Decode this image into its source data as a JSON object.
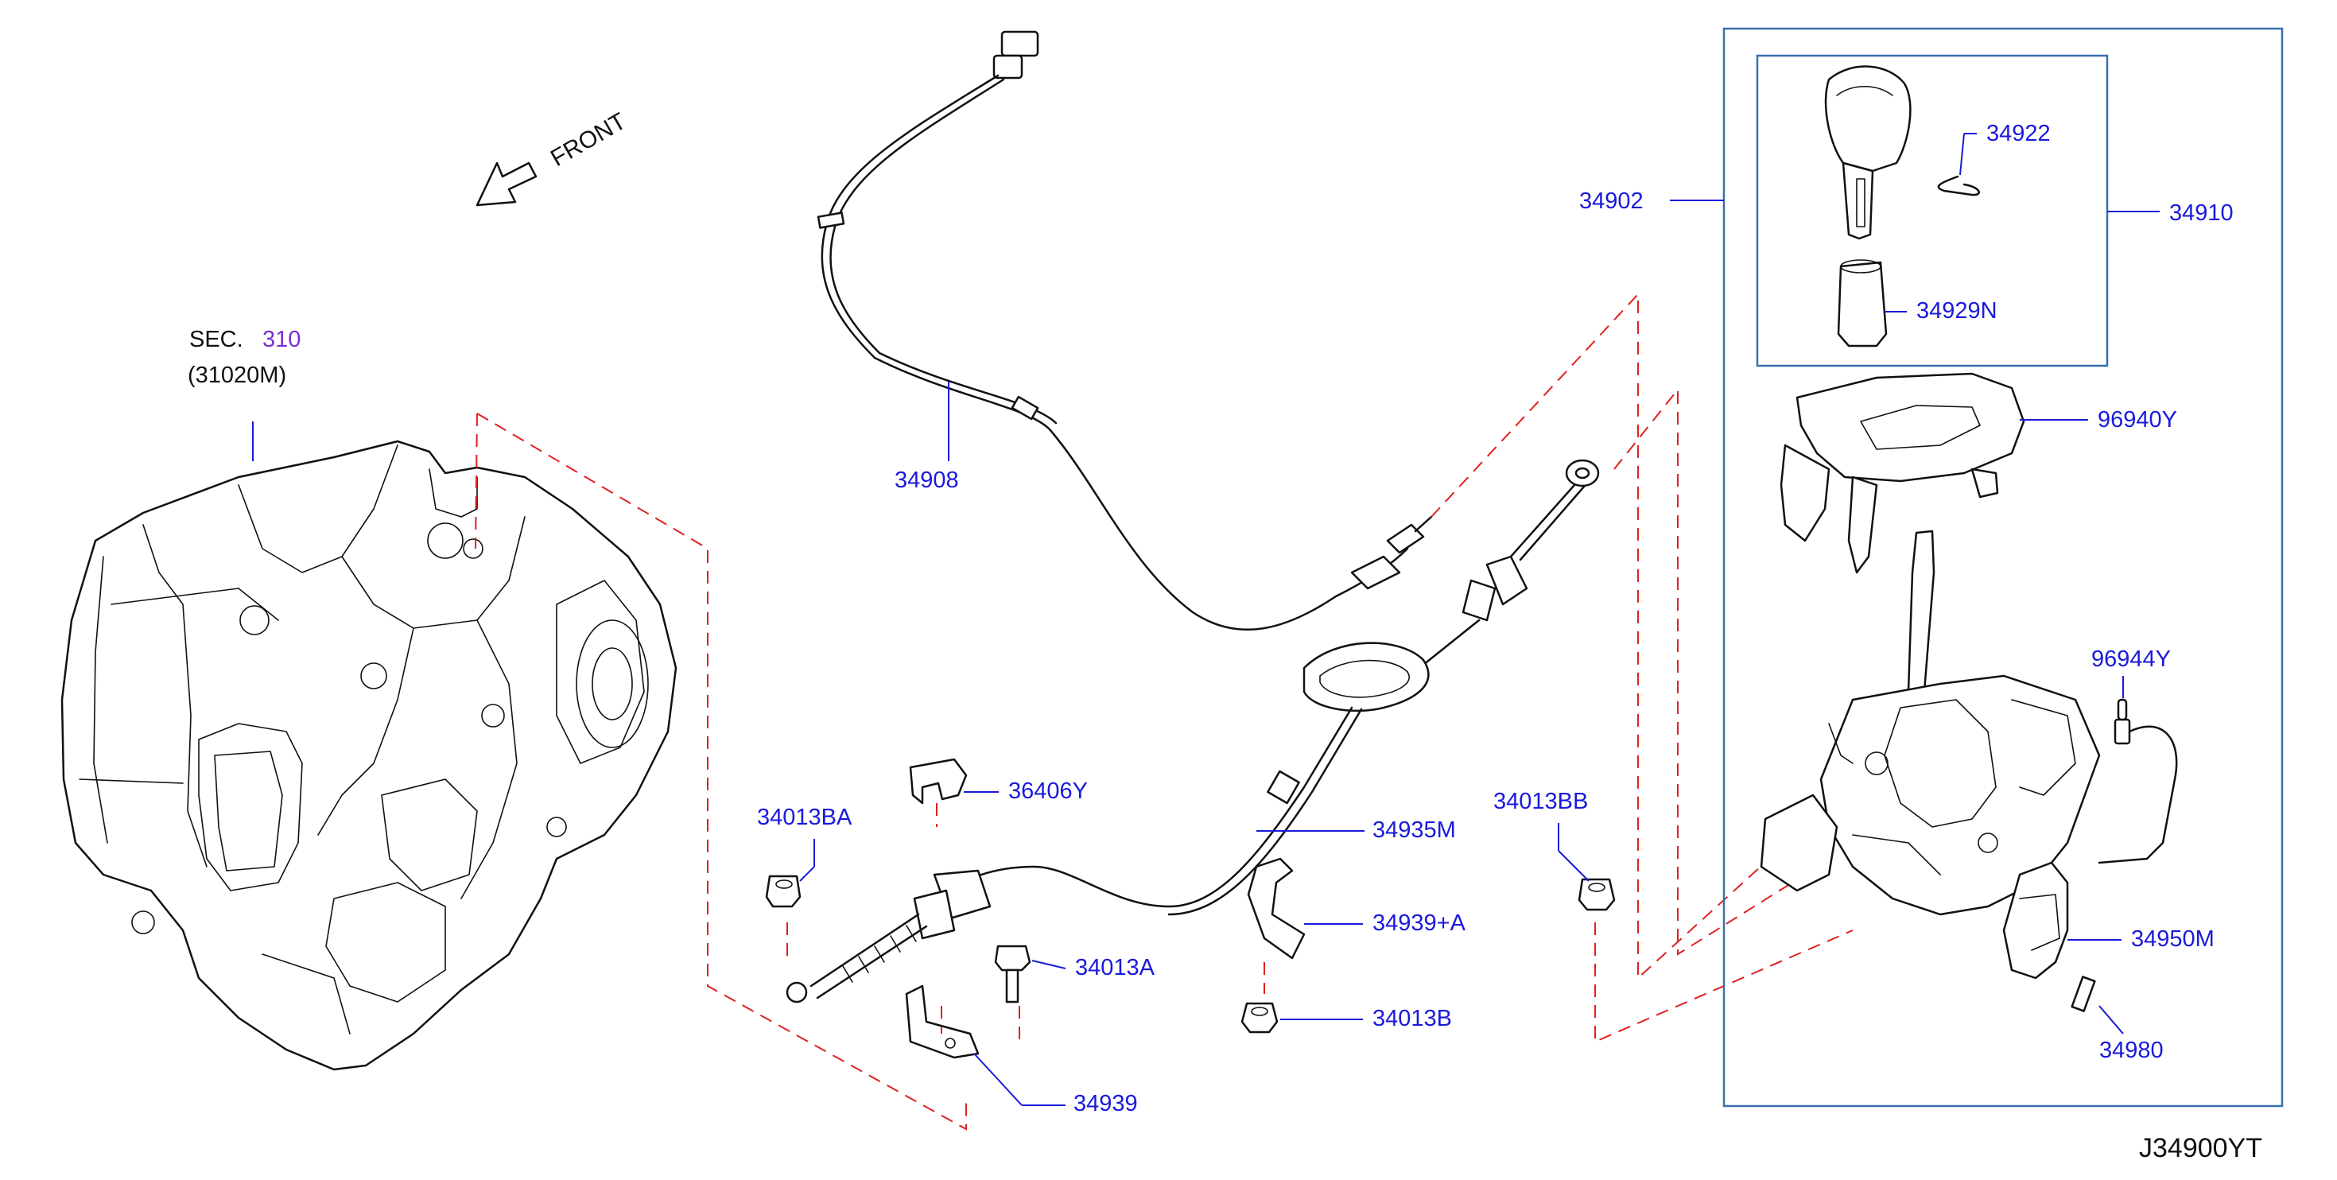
{
  "diagram": {
    "orientation_label": "FRONT",
    "section_ref": {
      "prefix": "SEC.",
      "number": "310",
      "part": "(31020M)"
    },
    "diagram_code": "J34900YT",
    "part_labels": {
      "p34908": "34908",
      "p34902": "34902",
      "p34922": "34922",
      "p34910": "34910",
      "p34929N": "34929N",
      "p96940Y": "96940Y",
      "p96944Y": "96944Y",
      "p36406Y": "36406Y",
      "p34013BA": "34013BA",
      "p34935M": "34935M",
      "p34013BB": "34013BB",
      "p34939A": "34939+A",
      "p34013A": "34013A",
      "p34013B": "34013B",
      "p34939": "34939",
      "p34950M": "34950M",
      "p34980": "34980"
    },
    "colors": {
      "label_blue": "#1a1adb",
      "dashed_red": "#e02020",
      "box_blue": "#3a6fb0",
      "section_link_purple": "#7a2fd0",
      "ink": "#111111"
    }
  }
}
